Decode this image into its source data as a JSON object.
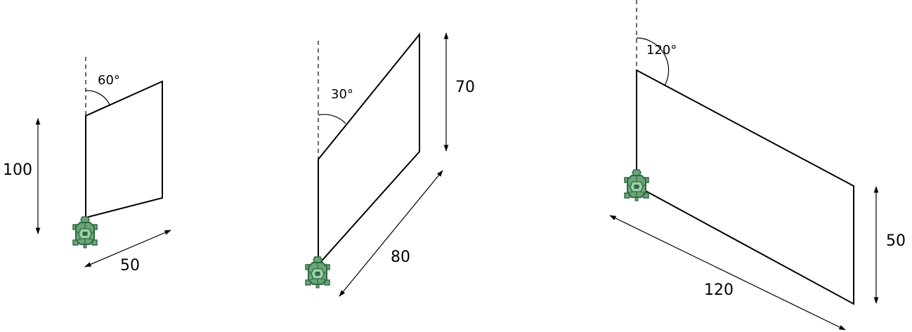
{
  "colors": {
    "turtle_shell": "#6aa57a",
    "turtle_dark": "#2f6a42",
    "turtle_light": "#9fd1a8",
    "line": "#000000"
  },
  "figures": [
    {
      "id": "parallelogram-1",
      "angle_label": "60°",
      "height_label": "100",
      "side_label": "50"
    },
    {
      "id": "parallelogram-2",
      "angle_label": "30°",
      "height_label": "70",
      "side_label": "80"
    },
    {
      "id": "parallelogram-3",
      "angle_label": "120°",
      "height_label": "50",
      "side_label": "120"
    }
  ]
}
